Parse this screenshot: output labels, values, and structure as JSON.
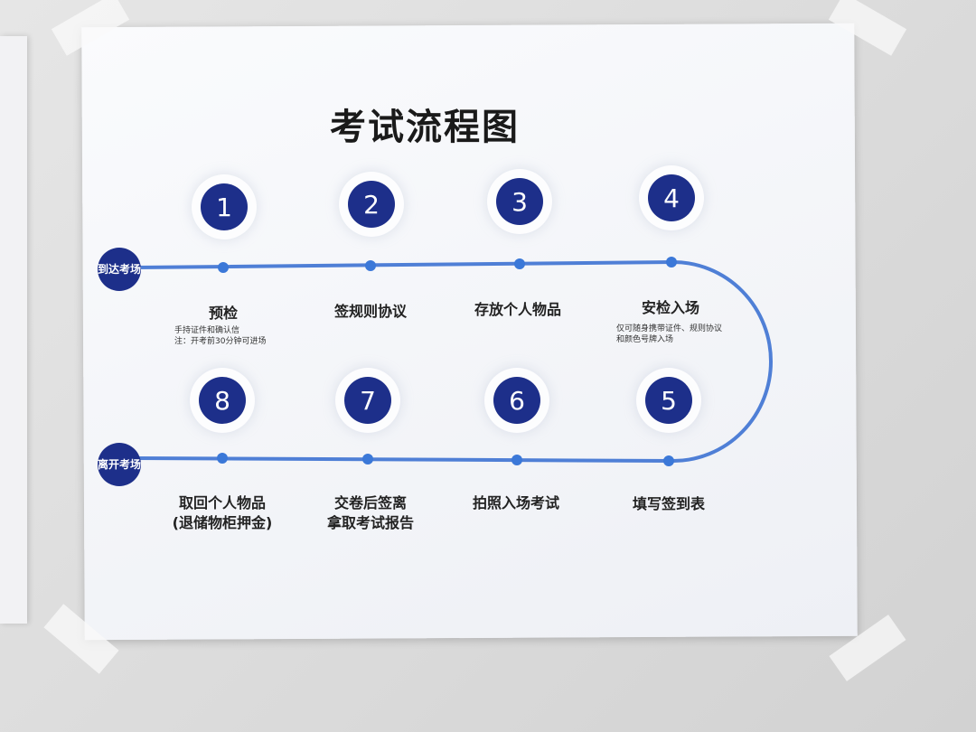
{
  "title": "考试流程图",
  "start_label": "到达考场",
  "end_label": "离开考场",
  "steps": [
    {
      "num": "1",
      "label": "预检",
      "note": "手持证件和确认信\n注：开考前30分钟可进场"
    },
    {
      "num": "2",
      "label": "签规则协议"
    },
    {
      "num": "3",
      "label": "存放个人物品"
    },
    {
      "num": "4",
      "label": "安检入场",
      "note": "仅可随身携带证件、规则协议和颜色号牌入场"
    },
    {
      "num": "5",
      "label": "填写签到表"
    },
    {
      "num": "6",
      "label": "拍照入场考试"
    },
    {
      "num": "7",
      "label": "交卷后签离\n拿取考试报告"
    },
    {
      "num": "8",
      "label": "取回个人物品\n(退储物柜押金)"
    }
  ],
  "colors": {
    "accent": "#1d2f8a",
    "line": "#4f7fd6"
  }
}
